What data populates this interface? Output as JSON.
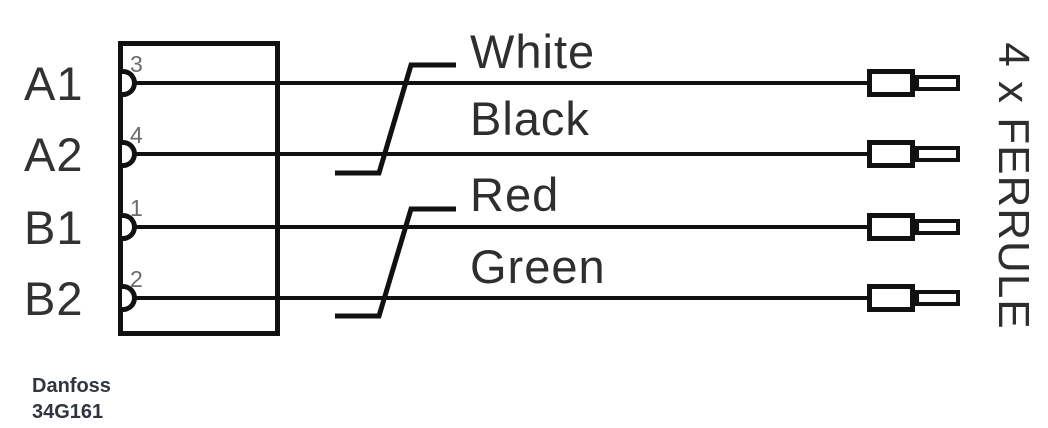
{
  "diagram": {
    "title": "connector-wiring-diagram",
    "connector": {
      "pins": [
        {
          "terminal": "A1",
          "pin_number": "3",
          "wire_color": "White"
        },
        {
          "terminal": "A2",
          "pin_number": "4",
          "wire_color": "Black"
        },
        {
          "terminal": "B1",
          "pin_number": "1",
          "wire_color": "Red"
        },
        {
          "terminal": "B2",
          "pin_number": "2",
          "wire_color": "Green"
        }
      ]
    },
    "termination_label": "4 x FERRULE",
    "footer": {
      "brand": "Danfoss",
      "part_number": "34G161"
    },
    "colors": {
      "line": "#111111",
      "label_text": "#2e2e2e",
      "pin_number_text": "#6b6b6b",
      "footer_text": "#2f3640",
      "background": "#ffffff"
    }
  }
}
